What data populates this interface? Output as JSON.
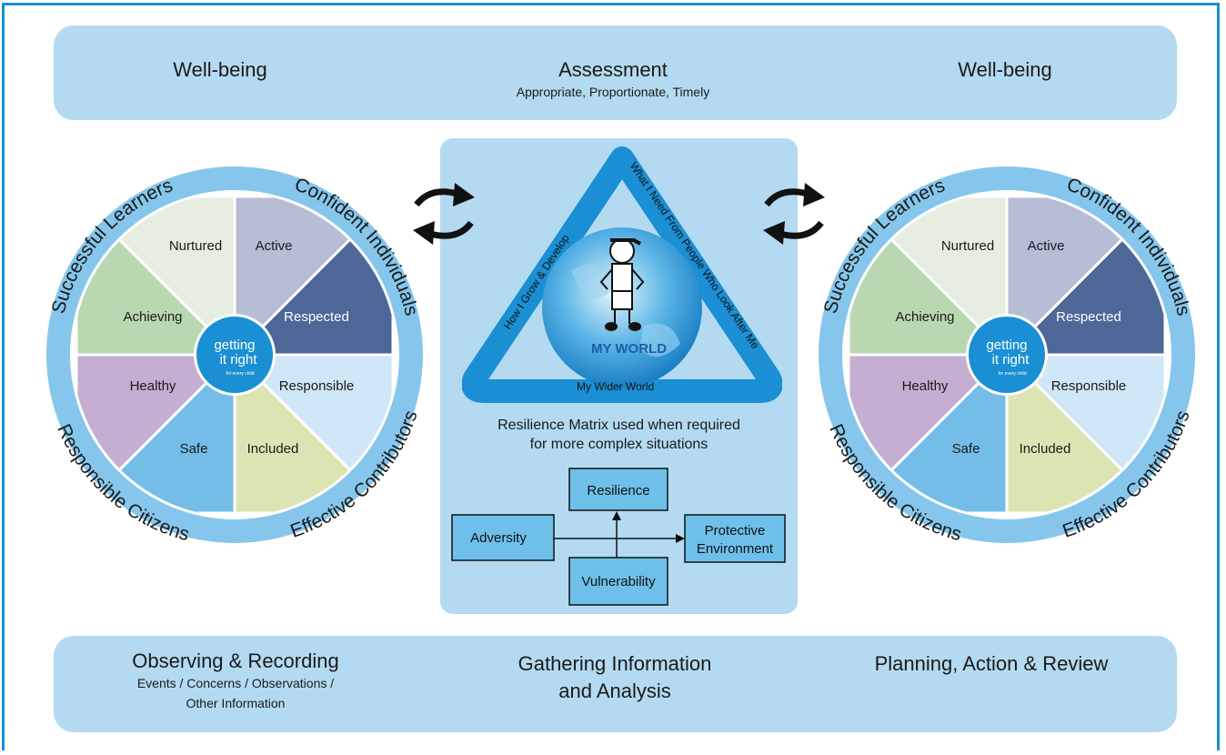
{
  "top_band": {
    "left": "Well-being",
    "center_title": "Assessment",
    "center_subtitle": "Appropriate, Proportionate, Timely",
    "right": "Well-being"
  },
  "wheel": {
    "outer_labels": [
      "Successful Learners",
      "Confident Individuals",
      "Effective Contributors",
      "Responsible Citizens"
    ],
    "segments": [
      {
        "label": "Active",
        "color": "#b8bdd6"
      },
      {
        "label": "Respected",
        "color": "#4d6798",
        "text_color": "#ffffff"
      },
      {
        "label": "Responsible",
        "color": "#cfe7f6"
      },
      {
        "label": "Included",
        "color": "#dde4b4"
      },
      {
        "label": "Safe",
        "color": "#74bde8"
      },
      {
        "label": "Healthy",
        "color": "#c4aed1"
      },
      {
        "label": "Achieving",
        "color": "#b9d8b2"
      },
      {
        "label": "Nurtured",
        "color": "#e5eee1"
      }
    ],
    "center_logo": {
      "line1": "getting",
      "line2": "it right",
      "line3": "for every child"
    },
    "ring_color": "#86c6ec",
    "hub_color": "#1a8fd4"
  },
  "my_world": {
    "left_side": "How I Grow & Develop",
    "right_side": "What I Need From People Who Look After Me",
    "bottom": "My Wider World",
    "center": "MY WORLD"
  },
  "matrix": {
    "caption_line1": "Resilience Matrix used when required",
    "caption_line2": "for more complex situations",
    "top": "Resilience",
    "left": "Adversity",
    "right_line1": "Protective",
    "right_line2": "Environment",
    "bottom": "Vulnerability"
  },
  "bottom_band": {
    "left_title": "Observing & Recording",
    "left_sub1": "Events / Concerns / Observations /",
    "left_sub2": "Other Information",
    "center_line1": "Gathering Information",
    "center_line2": "and Analysis",
    "right": "Planning, Action & Review"
  },
  "colors": {
    "band": "#b3daf1",
    "frame": "#1a8fd4",
    "triangle": "#1a8fd4"
  }
}
